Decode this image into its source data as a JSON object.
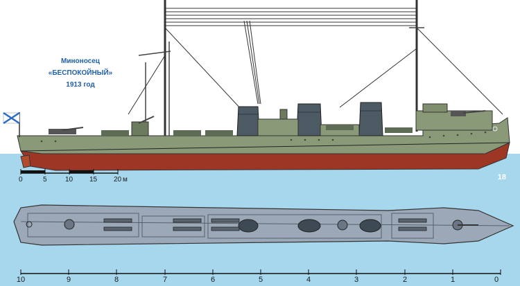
{
  "caption": {
    "line1": "Миноносец",
    "line2": "«БЕСПОКОЙНЫЙ»",
    "line3": "1913 год"
  },
  "scale_bar": {
    "ticks": [
      "0",
      "5",
      "10",
      "15",
      "20"
    ],
    "unit": "м"
  },
  "plate_number": "18",
  "ruler": {
    "labels": [
      "10",
      "9",
      "8",
      "7",
      "6",
      "5",
      "4",
      "3",
      "2",
      "1",
      "0"
    ]
  },
  "colors": {
    "sea": "#a7d7ec",
    "hull_grey": "#8a9a78",
    "hull_red": "#9e3626",
    "deck_plan": "#9aa8b8",
    "caption_blue": "#1f5fae"
  }
}
